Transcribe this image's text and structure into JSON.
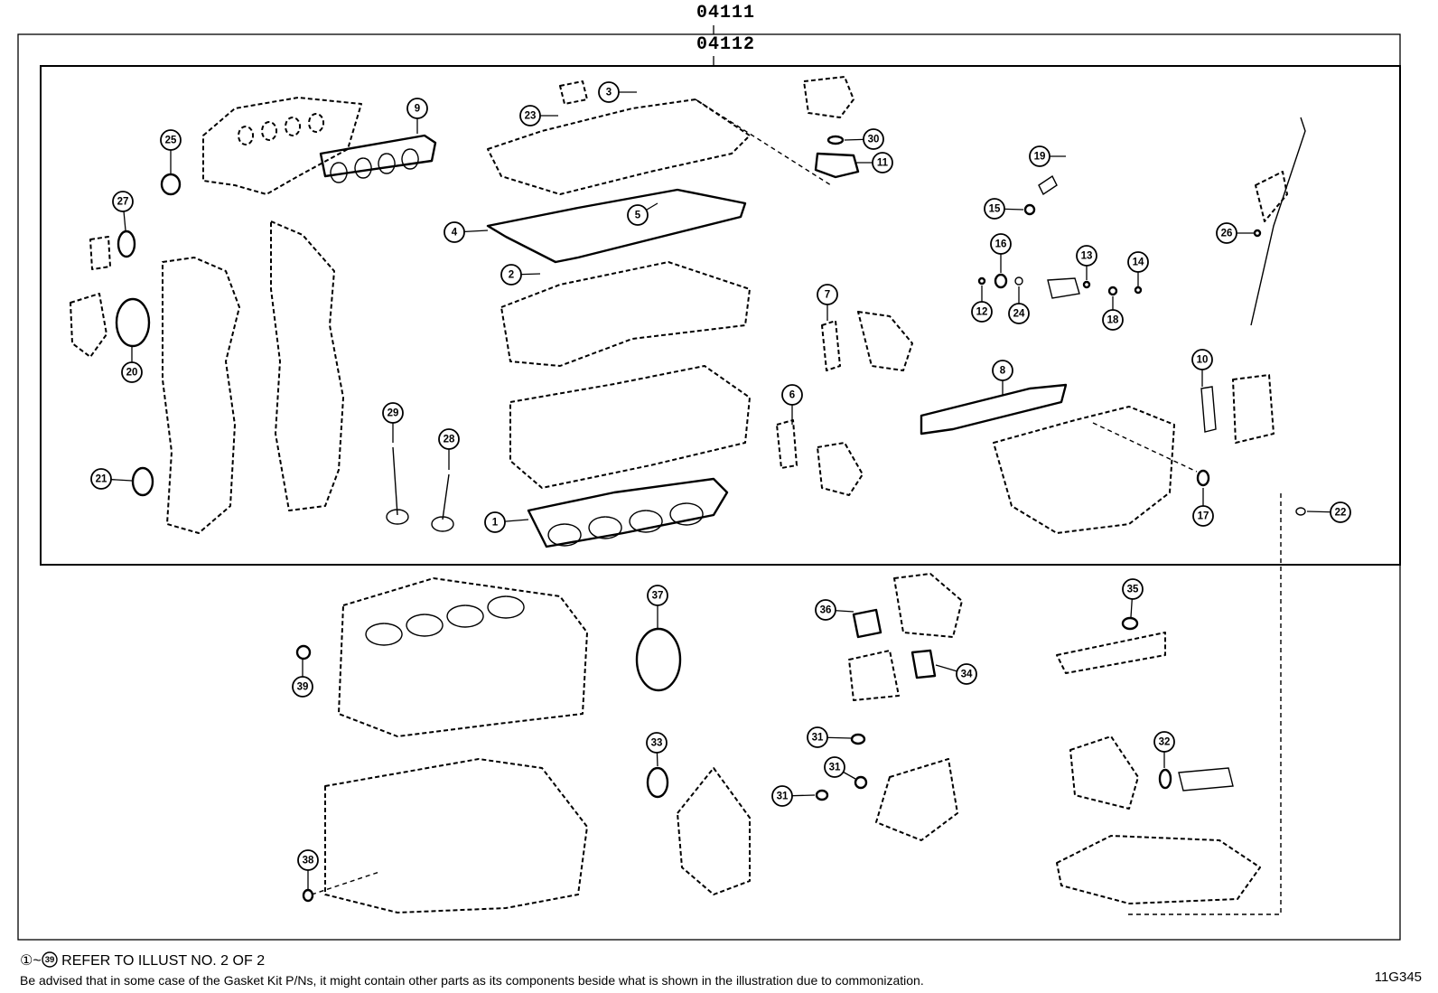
{
  "kits": {
    "outer_part_number": "04111",
    "inner_part_number": "04112"
  },
  "notes": {
    "range_prefix": "①~",
    "range_end_number": "39",
    "range_text": " REFER TO ILLUST NO. 2 OF 2",
    "disclaimer": "Be advised that in some case of the Gasket Kit P/Ns,  it might contain other parts as its components beside what is shown in the illustration due to commonization."
  },
  "illustration_code": "11G345",
  "callouts": [
    "1",
    "2",
    "3",
    "4",
    "5",
    "6",
    "7",
    "8",
    "9",
    "10",
    "11",
    "12",
    "13",
    "14",
    "15",
    "16",
    "17",
    "18",
    "19",
    "20",
    "21",
    "22",
    "23",
    "24",
    "25",
    "26",
    "27",
    "28",
    "29",
    "30",
    "31",
    "31",
    "31",
    "32",
    "33",
    "34",
    "35",
    "36",
    "37",
    "38",
    "39"
  ]
}
